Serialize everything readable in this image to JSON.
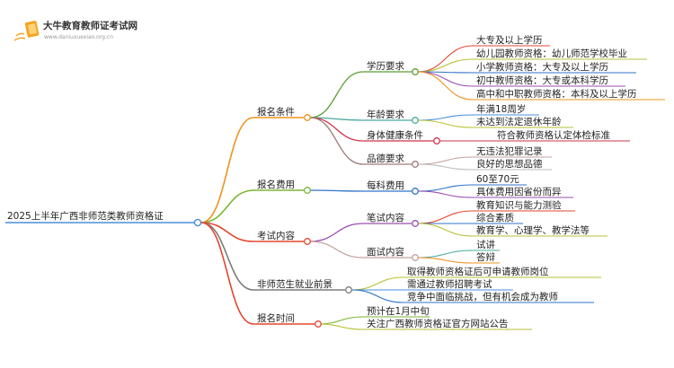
{
  "brand": {
    "name": "大牛教育教师证考试网",
    "url": "www.daniuxuexiao.org.cn"
  },
  "root": "2025上半年广西非师范类教师资格证",
  "colors": {
    "root": "#4a8fd8",
    "conditions": "#f0931e",
    "edu": "#5a9f35",
    "age": "#4aa89f",
    "health": "#d0314b",
    "moral": "#a07b78",
    "fee": "#7ab532",
    "fee_item": "#2f73c9",
    "exam": "#e5462f",
    "written": "#9b4eb2",
    "interview": "#c3a09c",
    "prospect": "#7b7b7b",
    "signup": "#e5462f"
  },
  "branches": {
    "conditions": {
      "label": "报名条件",
      "edu": {
        "label": "学历要求",
        "items": [
          "大专及以上学历",
          "幼儿园教师资格：幼儿师范学校毕业",
          "小学教师资格：大专及以上学历",
          "初中教师资格：大专或本科学历",
          "高中和中职教师资格：本科及以上学历"
        ],
        "colors": [
          "#e5462f",
          "#b7c234",
          "#2f73c9",
          "#9b4eb2",
          "#f0931e"
        ]
      },
      "age": {
        "label": "年龄要求",
        "items": [
          "年满18周岁",
          "未达到法定退休年龄"
        ],
        "colors": [
          "#4a8fd8",
          "#b7c234"
        ]
      },
      "health": {
        "label": "身体健康条件",
        "items": [
          "符合教师资格认定体检标准"
        ],
        "colors": [
          "#d0314b"
        ]
      },
      "moral": {
        "label": "品德要求",
        "items": [
          "无违法犯罪记录",
          "良好的思想品德"
        ],
        "colors": [
          "#c3a09c",
          "#bcbcbc"
        ]
      }
    },
    "fee": {
      "label": "报名费用",
      "sub": {
        "label": "每科费用",
        "items": [
          "60至70元",
          "具体费用因省份而异"
        ],
        "colors": [
          "#2f73c9",
          "#9b4eb2"
        ]
      }
    },
    "exam": {
      "label": "考试内容",
      "written": {
        "label": "笔试内容",
        "items": [
          "教育知识与能力测验",
          "综合素质",
          "教育学、心理学、教学法等"
        ],
        "colors": [
          "#e5462f",
          "#2f73c9",
          "#b7c234"
        ]
      },
      "interview": {
        "label": "面试内容",
        "items": [
          "试讲",
          "答辩"
        ],
        "colors": [
          "#4aa89f",
          "#f0931e"
        ]
      }
    },
    "prospect": {
      "label": "非师范生就业前景",
      "items": [
        "取得教师资格证后可申请教师岗位",
        "需通过教师招聘考试",
        "竞争中面临挑战，但有机会成为教师"
      ],
      "colors": [
        "#b7c234",
        "#4a8fd8",
        "#2f73c9"
      ]
    },
    "signup": {
      "label": "报名时间",
      "items": [
        "预计在1月中旬",
        "关注广西教师资格证官方网站公告"
      ],
      "colors": [
        "#7ab532",
        "#b7c234"
      ]
    }
  }
}
